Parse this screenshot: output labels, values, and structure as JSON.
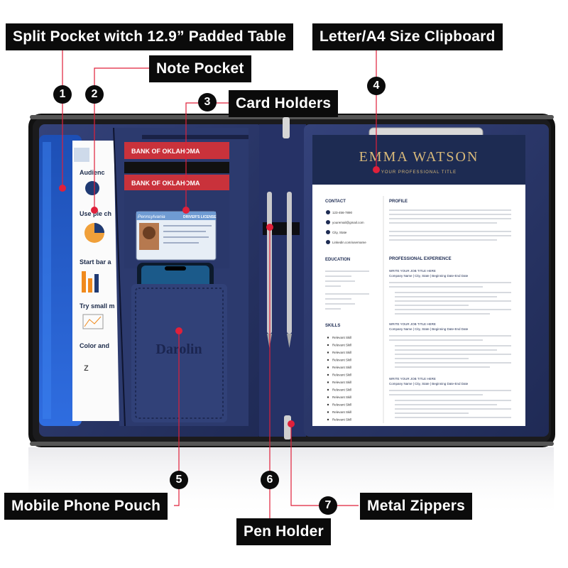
{
  "callouts": [
    {
      "number": "1",
      "label": "Split Pocket witch 12.9” Padded Table"
    },
    {
      "number": "2",
      "label": "Note Pocket"
    },
    {
      "number": "3",
      "label": "Card Holders"
    },
    {
      "number": "4",
      "label": "Letter/A4 Size Clipboard"
    },
    {
      "number": "5",
      "label": "Mobile Phone Pouch"
    },
    {
      "number": "6",
      "label": "Pen Holder"
    },
    {
      "number": "7",
      "label": "Metal Zippers"
    }
  ],
  "product": {
    "brand": "Darolin",
    "card1": "BANK OF OKLAHOMA",
    "card3": "BANK OF OKLAHOMA",
    "license_state": "Pennsylvania",
    "license_title": "DRIVER'S LICENSE"
  },
  "tablet_page": {
    "items": [
      "Audienc",
      "Use pie ch",
      "Start bar a",
      "Try small m",
      "Color and"
    ]
  },
  "resume": {
    "name": "EMMA WATSON",
    "subtitle": "YOUR PROFESSIONAL TITLE",
    "contact_heading": "CONTACT",
    "contact": [
      "123-456-7890",
      "youremail@gmail.com",
      "City, State",
      "Linkedin.com/username"
    ],
    "education_heading": "EDUCATION",
    "skills_heading": "SKILLS",
    "skill_item": "Relevant Skill",
    "profile_heading": "PROFILE",
    "experience_heading": "PROFESSIONAL EXPERIENCE",
    "job_title": "WRITE YOUR JOB TITLE HERE",
    "job_meta": "Company Name | City, State | Beginning Date-End Date"
  },
  "colors": {
    "accent": "#e0203a",
    "folio": "#2a3768",
    "label_bg": "#0b0b0b"
  }
}
